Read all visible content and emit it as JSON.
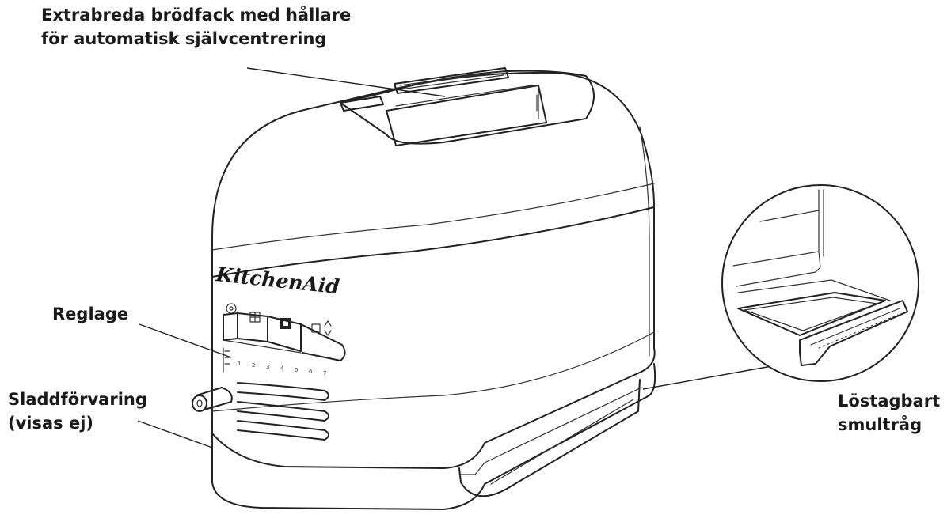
{
  "labels": {
    "slots": [
      "Extrabreda brödfack med hållare",
      "för automatisk självcentrering"
    ],
    "controls": [
      "Reglage"
    ],
    "cord": [
      "Sladdförvaring",
      "(visas ej)"
    ],
    "crumb_tray": [
      "Löstagbart",
      "smultråg"
    ]
  },
  "brand": "KitchenAid",
  "dial_marks": [
    "1",
    "2",
    "3",
    "4",
    "5",
    "6",
    "7"
  ],
  "colors": {
    "line": "#222222",
    "text": "#1a1a1a",
    "background": "#ffffff"
  },
  "icons": [
    "bagel-icon",
    "frozen-icon",
    "keep-warm-icon",
    "lift-icon"
  ]
}
